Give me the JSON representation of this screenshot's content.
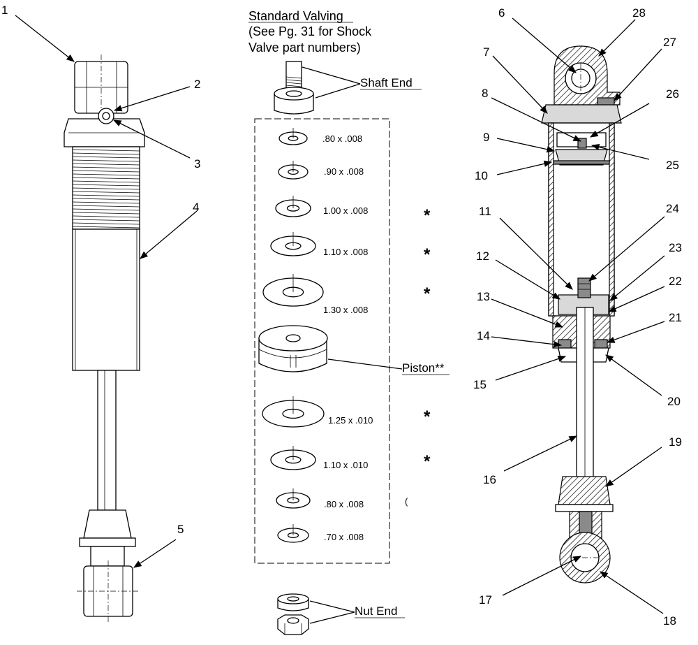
{
  "title": {
    "line1": "Standard Valving",
    "line2": "(See Pg. 31 for Shock",
    "line3": "Valve part numbers)"
  },
  "labels": {
    "shaft_end": "Shaft End",
    "piston": "Piston**",
    "nut_end": "Nut End"
  },
  "shims": [
    {
      "spec": ".80 x .008",
      "star": ""
    },
    {
      "spec": ".90 x .008",
      "star": ""
    },
    {
      "spec": "1.00 x .008",
      "star": "*"
    },
    {
      "spec": "1.10 x .008",
      "star": "*"
    },
    {
      "spec": "1.30 x .008",
      "star": "*"
    },
    {
      "spec": "1.25 x .010",
      "star": "*"
    },
    {
      "spec": "1.10 x .010",
      "star": "*"
    },
    {
      "spec": ".80 x .008",
      "star": ""
    },
    {
      "spec": ".70 x .008",
      "star": ""
    }
  ],
  "stray_mark": "(",
  "callouts": [
    "1",
    "2",
    "3",
    "4",
    "5",
    "6",
    "7",
    "8",
    "9",
    "10",
    "11",
    "12",
    "13",
    "14",
    "15",
    "16",
    "17",
    "18",
    "19",
    "20",
    "21",
    "22",
    "23",
    "24",
    "25",
    "26",
    "27",
    "28"
  ]
}
